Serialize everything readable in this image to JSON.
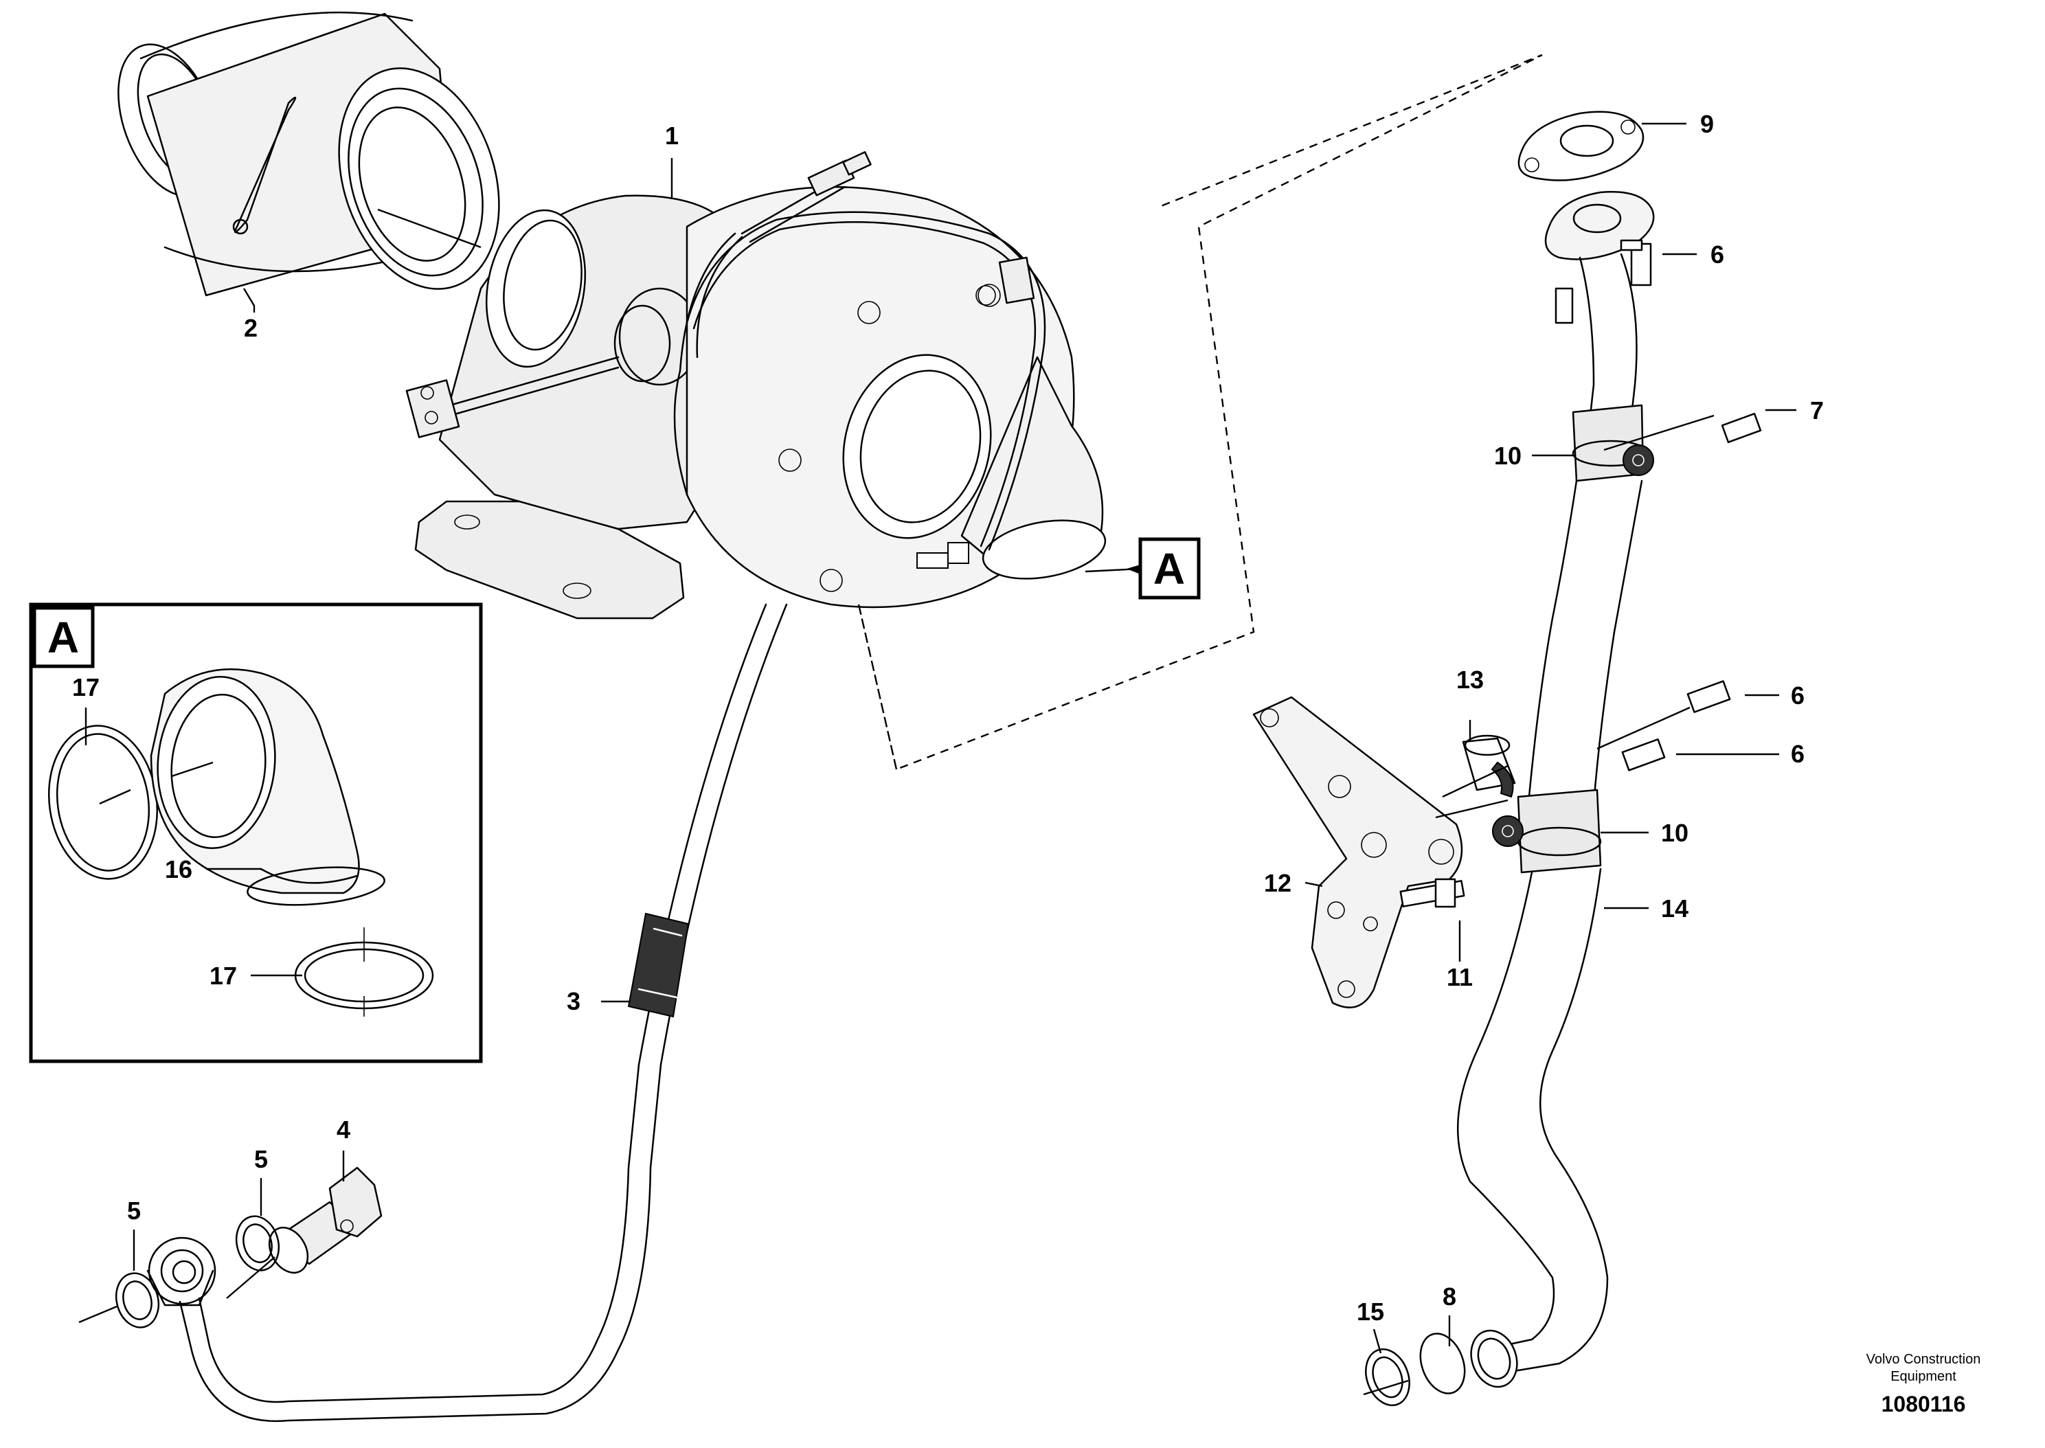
{
  "diagram": {
    "callouts": {
      "c1": "1",
      "c2": "2",
      "c3": "3",
      "c4": "4",
      "c5a": "5",
      "c5b": "5",
      "c6a": "6",
      "c6b": "6",
      "c6c": "6",
      "c7": "7",
      "c8": "8",
      "c9": "9",
      "c10a": "10",
      "c10b": "10",
      "c11": "11",
      "c12": "12",
      "c13": "13",
      "c14": "14",
      "c15": "15",
      "c16": "16",
      "c17a": "17",
      "c17b": "17"
    },
    "detail_label": "A",
    "detail_ref_label": "A",
    "credit_line1": "Volvo Construction",
    "credit_line2": "Equipment",
    "drawing_number": "1080116"
  }
}
